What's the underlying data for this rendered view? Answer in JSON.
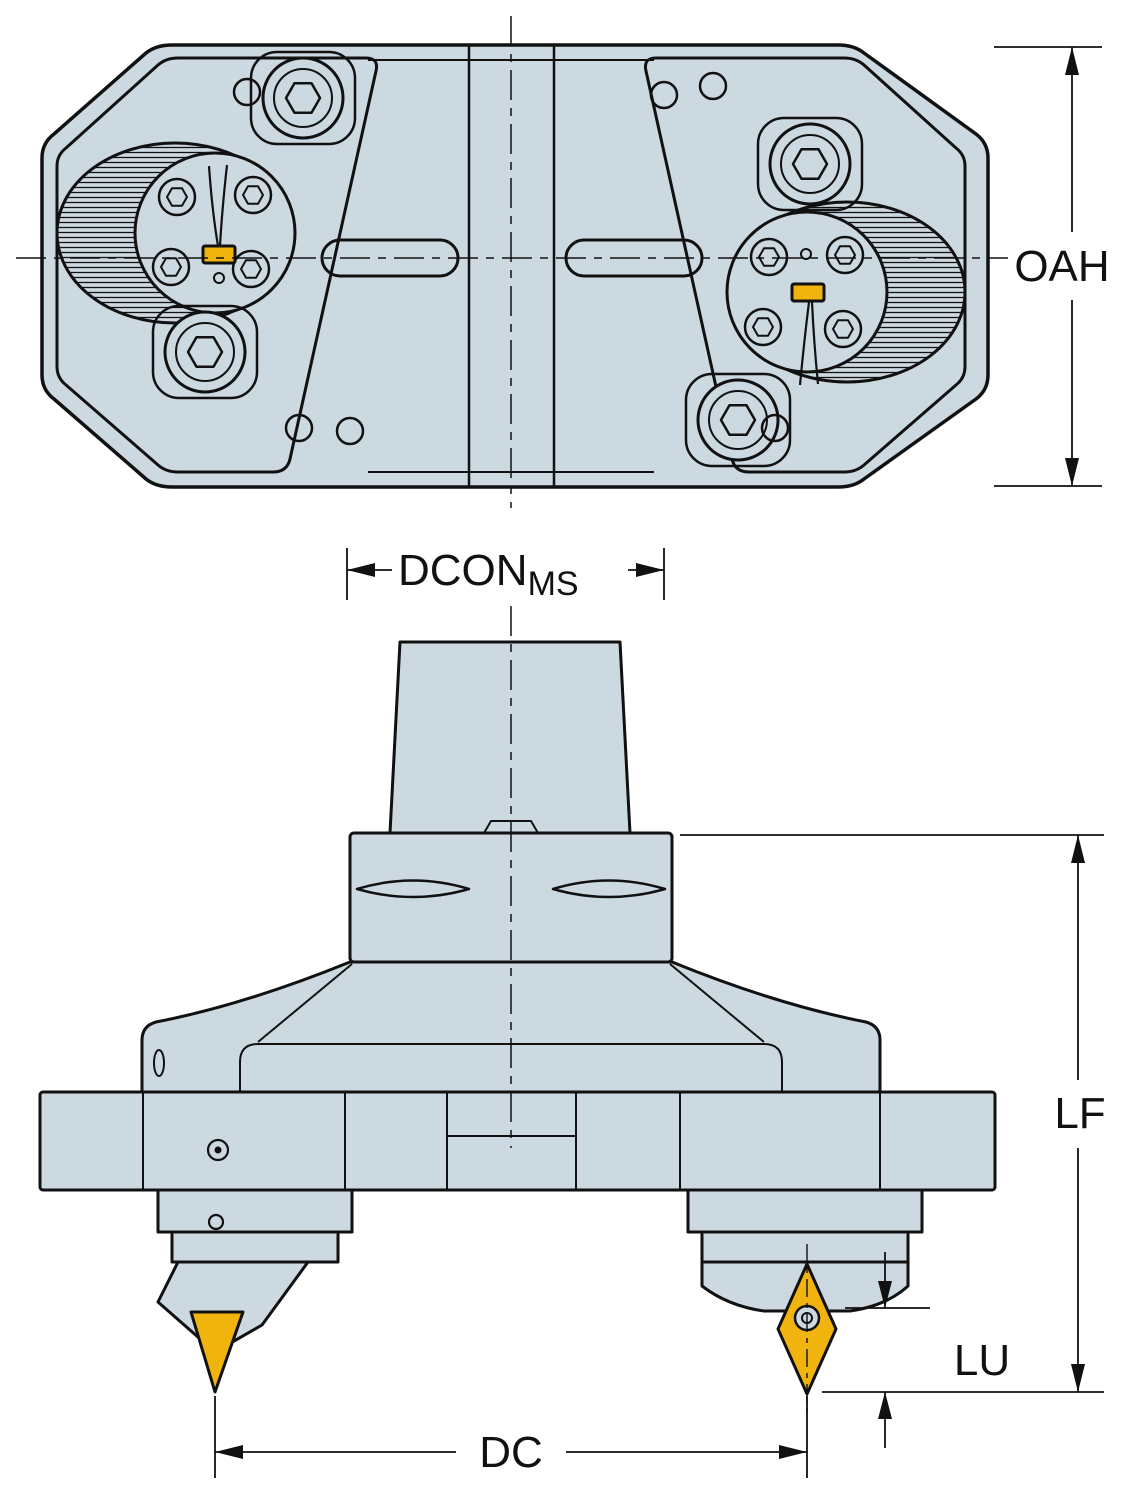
{
  "labels": {
    "oah": "OAH",
    "dcon": "DCON",
    "dcon_sub": "MS",
    "lf": "LF",
    "lu": "LU",
    "dc": "DC"
  },
  "colors": {
    "body-fill": "#cdd9e0",
    "insert-yellow": "#f1b40f",
    "line": "#111111",
    "background": "#ffffff"
  }
}
